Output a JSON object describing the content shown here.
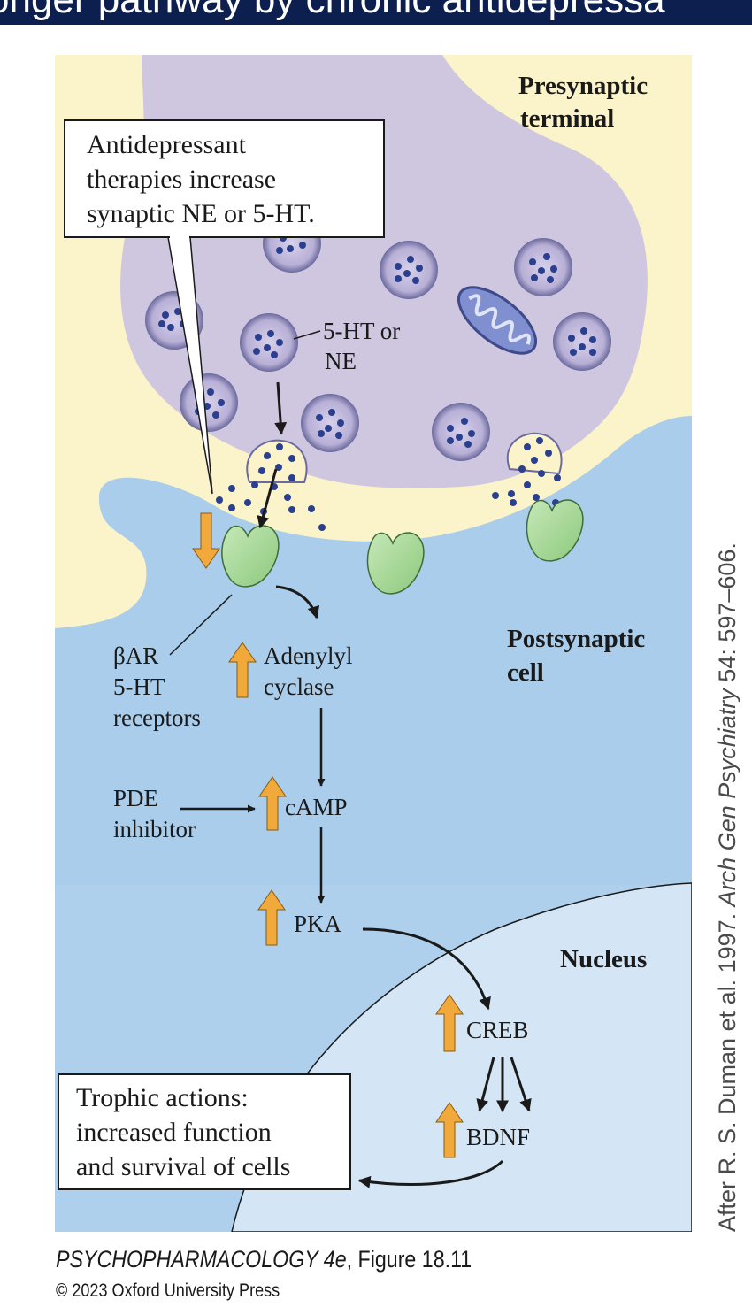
{
  "header": {
    "title": "onger pathway by chronic antidepressa"
  },
  "figure": {
    "region_labels": {
      "presynaptic_line1": "Presynaptic",
      "presynaptic_line2": "terminal",
      "postsynaptic_line1": "Postsynaptic",
      "postsynaptic_line2": "cell",
      "nucleus": "Nucleus"
    },
    "callout": {
      "line1": "Antidepressant",
      "line2": "therapies increase",
      "line3": "synaptic NE or 5-HT."
    },
    "neurotransmitter_label": {
      "line1": "5-HT or",
      "line2": "NE"
    },
    "receptor_label": {
      "line1": "βAR",
      "line2": "5-HT",
      "line3": "receptors"
    },
    "pathway": {
      "adenylyl_line1": "Adenylyl",
      "adenylyl_line2": "cyclase",
      "camp": "cAMP",
      "pde_line1": "PDE",
      "pde_line2": "inhibitor",
      "pka": "PKA",
      "creb": "CREB",
      "bdnf": "BDNF"
    },
    "trophic_box": {
      "line1": "Trophic actions:",
      "line2": "increased function",
      "line3": "and survival of cells"
    },
    "colors": {
      "synaptic_cleft": "#fbf3c9",
      "presynaptic": "#cfc6e0",
      "postsynaptic": "#a9cdea",
      "nucleus": "#d4e6f5",
      "vesicle": "#a49cc6",
      "receptor": "#a8d89a",
      "up_arrow": "#f2a93b",
      "dots": "#2b3f8f"
    }
  },
  "caption": {
    "book": "PSYCHOPHARMACOLOGY 4e",
    "figure": ", Figure 18.11",
    "copyright": "© 2023 Oxford University Press"
  },
  "citation": {
    "prefix": "After R. S. Duman et al. 1997. ",
    "journal": "Arch Gen Psychiatry",
    "suffix": " 54: 597–606."
  }
}
